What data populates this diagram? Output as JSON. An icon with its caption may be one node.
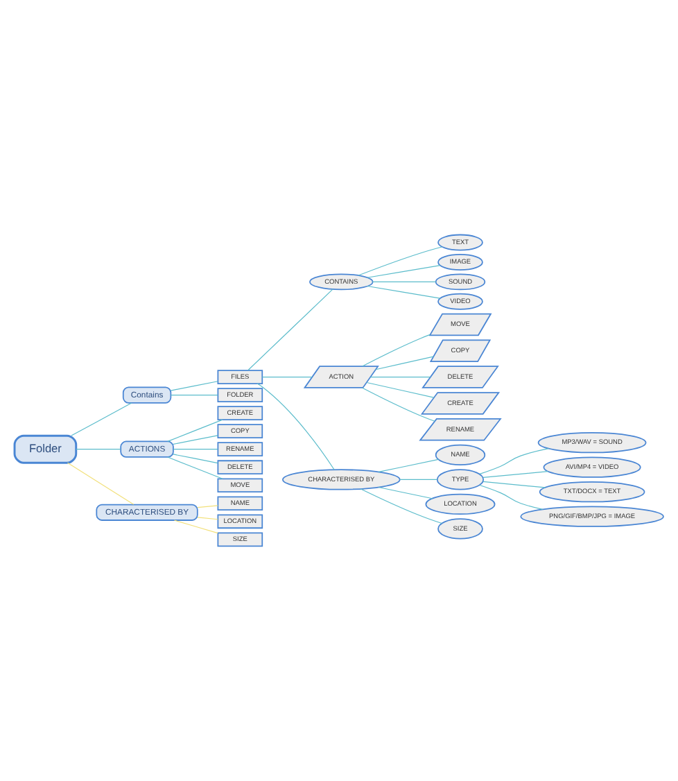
{
  "diagram": {
    "nodes": [
      {
        "text": [
          "Folder"
        ]
      },
      {
        "text": [
          "Contains"
        ]
      },
      {
        "text": [
          "FILES"
        ]
      },
      {
        "text": [
          "CONTAINS"
        ]
      },
      {
        "text": [
          "TEXT"
        ]
      },
      {
        "text": [
          "IMAGE"
        ]
      },
      {
        "text": [
          "SOUND"
        ]
      },
      {
        "text": [
          "VIDEO"
        ]
      },
      {
        "text": [
          "ACTION"
        ]
      },
      {
        "text": [
          "MOVE"
        ]
      },
      {
        "text": [
          "COPY"
        ]
      },
      {
        "text": [
          "DELETE"
        ]
      },
      {
        "text": [
          "CREATE"
        ]
      },
      {
        "text": [
          "RENAME"
        ]
      },
      {
        "text": [
          "CHARACTERISED BY"
        ]
      },
      {
        "text": [
          "NAME"
        ]
      },
      {
        "text": [
          "TYPE"
        ]
      },
      {
        "text": [
          "MP3/WAV = SOUND"
        ]
      },
      {
        "text": [
          "AVI/MP4 = VIDEO"
        ]
      },
      {
        "text": [
          "TXT/DOCX = TEXT"
        ]
      },
      {
        "text": [
          "PNG/GIF/BMP/JPG = IMAGE"
        ]
      },
      {
        "text": [
          "LOCATION"
        ]
      },
      {
        "text": [
          "SIZE"
        ]
      },
      {
        "text": [
          "FOLDER"
        ]
      },
      {
        "text": [
          "ACTIONS"
        ]
      },
      {
        "text": [
          "CREATE"
        ]
      },
      {
        "text": [
          "COPY"
        ]
      },
      {
        "text": [
          "RENAME"
        ]
      },
      {
        "text": [
          "DELETE"
        ]
      },
      {
        "text": [
          "MOVE"
        ]
      },
      {
        "text": [
          "CHARACTERISED BY"
        ]
      },
      {
        "text": [
          "NAME"
        ]
      },
      {
        "text": [
          "LOCATION"
        ]
      },
      {
        "text": [
          "SIZE"
        ]
      }
    ],
    "edges": [
      {
        "from": 0,
        "to": 1,
        "arrow": "none"
      },
      {
        "from": 1,
        "to": 2,
        "arrow": "none"
      },
      {
        "from": 2,
        "to": 3,
        "arrow": "none"
      },
      {
        "from": 3,
        "to": 4,
        "arrow": "none"
      },
      {
        "from": 3,
        "to": 5,
        "arrow": "none"
      },
      {
        "from": 3,
        "to": 6,
        "arrow": "none"
      },
      {
        "from": 3,
        "to": 7,
        "arrow": "none"
      },
      {
        "from": 2,
        "to": 8,
        "arrow": "none"
      },
      {
        "from": 8,
        "to": 9,
        "arrow": "none"
      },
      {
        "from": 8,
        "to": 10,
        "arrow": "none"
      },
      {
        "from": 8,
        "to": 11,
        "arrow": "none"
      },
      {
        "from": 8,
        "to": 12,
        "arrow": "none"
      },
      {
        "from": 8,
        "to": 13,
        "arrow": "none"
      },
      {
        "from": 2,
        "to": 14,
        "arrow": "none"
      },
      {
        "from": 14,
        "to": 15,
        "arrow": "none"
      },
      {
        "from": 14,
        "to": 16,
        "arrow": "none"
      },
      {
        "from": 16,
        "to": 17,
        "arrow": "none"
      },
      {
        "from": 16,
        "to": 18,
        "arrow": "none"
      },
      {
        "from": 16,
        "to": 19,
        "arrow": "none"
      },
      {
        "from": 16,
        "to": 20,
        "arrow": "none"
      },
      {
        "from": 14,
        "to": 21,
        "arrow": "none"
      },
      {
        "from": 14,
        "to": 22,
        "arrow": "none"
      },
      {
        "from": 1,
        "to": 23,
        "arrow": "none"
      },
      {
        "from": 0,
        "to": 24,
        "arrow": "none"
      },
      {
        "from": 24,
        "to": 25,
        "arrow": "none"
      },
      {
        "from": 24,
        "to": 26,
        "arrow": "none"
      },
      {
        "from": 24,
        "to": 27,
        "arrow": "none"
      },
      {
        "from": 24,
        "to": 28,
        "arrow": "none"
      },
      {
        "from": 24,
        "to": 29,
        "arrow": "none"
      },
      {
        "from": 0,
        "to": 30,
        "arrow": "none",
        "color": "#f2e07a"
      },
      {
        "from": 30,
        "to": 31,
        "arrow": "none",
        "color": "#f2e07a"
      },
      {
        "from": 30,
        "to": 32,
        "arrow": "none",
        "color": "#f2e07a"
      },
      {
        "from": 30,
        "to": 33,
        "arrow": "none",
        "color": "#f2e07a"
      }
    ]
  }
}
